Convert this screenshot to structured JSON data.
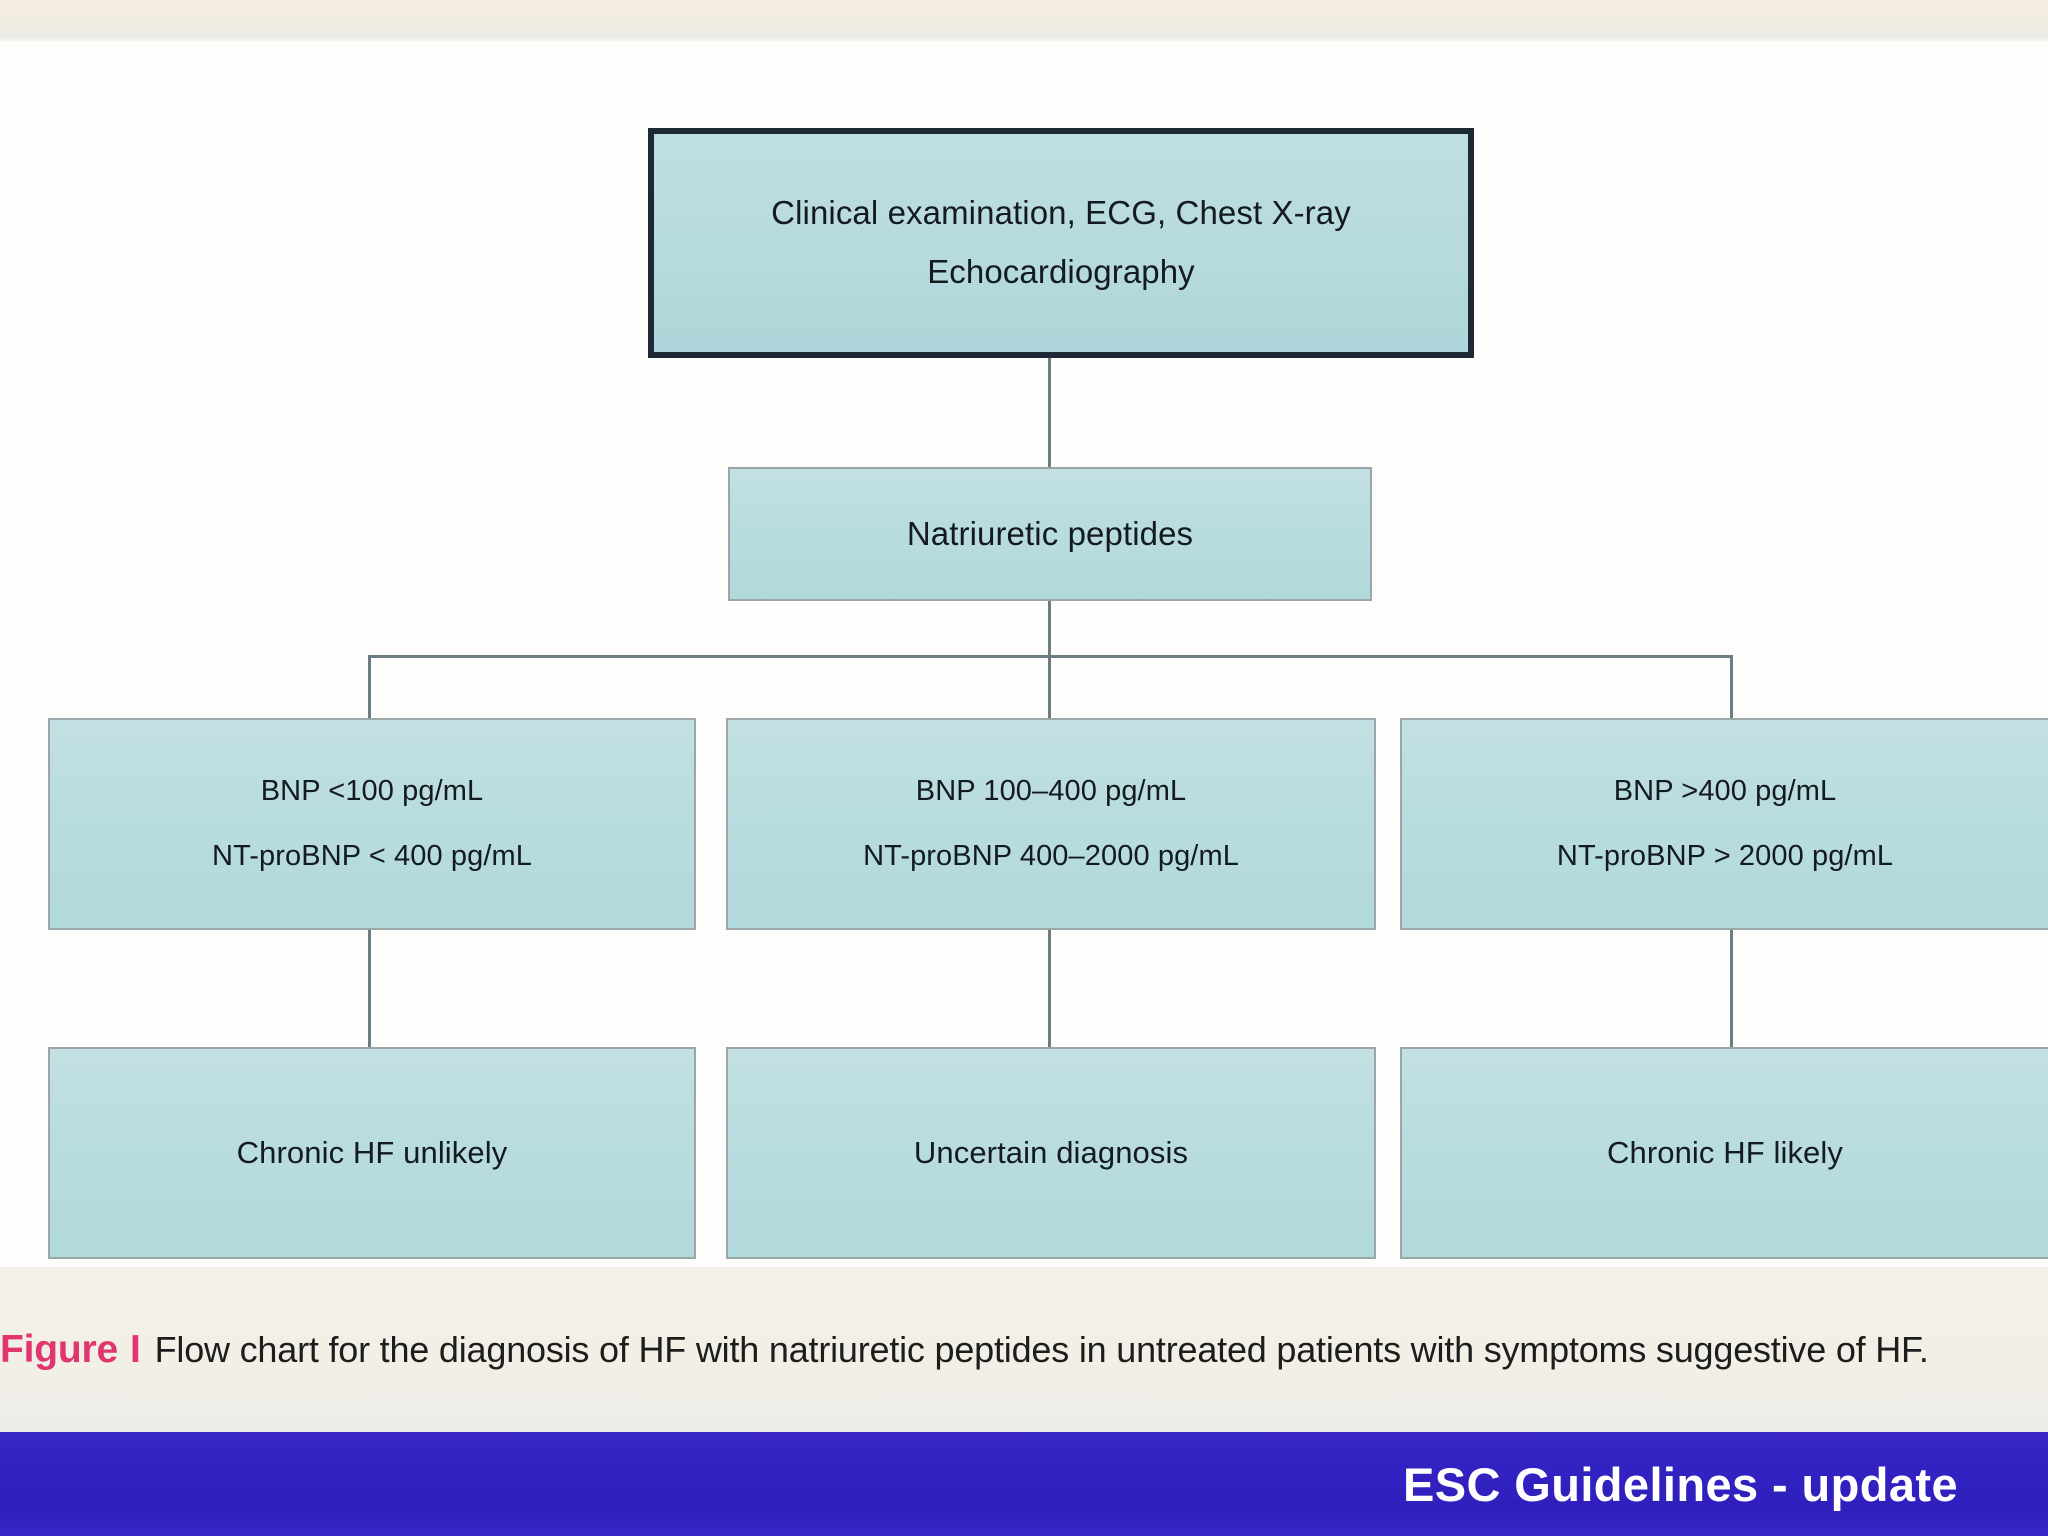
{
  "figure": {
    "nodes": {
      "root": {
        "line1": "Clinical examination, ECG, Chest X-ray",
        "line2": "Echocardiography"
      },
      "natriuretic_peptides": {
        "label": "Natriuretic peptides"
      },
      "bnp_low": {
        "line1": "BNP <100 pg/mL",
        "line2": "NT-proBNP < 400 pg/mL"
      },
      "bnp_mid": {
        "line1": "BNP 100–400 pg/mL",
        "line2": "NT-proBNP 400–2000 pg/mL"
      },
      "bnp_high": {
        "line1": "BNP >400 pg/mL",
        "line2": "NT-proBNP > 2000 pg/mL"
      },
      "outcome_low": {
        "label": "Chronic HF unlikely"
      },
      "outcome_mid": {
        "label": "Uncertain diagnosis"
      },
      "outcome_high": {
        "label": "Chronic HF likely"
      }
    },
    "caption": {
      "label": "Figure",
      "number": "I",
      "text": "Flow chart for the diagnosis of HF with natriuretic peptides in untreated patients with symptoms suggestive of HF."
    }
  },
  "footer": {
    "text": "ESC Guidelines - update"
  },
  "colors": {
    "node_fill": "#b9dcdf",
    "node_border": "#9aa6a8",
    "root_border": "#1d2a35",
    "connector": "#6d7d84",
    "caption_label": "#e0356e",
    "footer_background": "#3322c2",
    "footer_text": "#ffffff",
    "top_strip": "#f2ede2"
  },
  "chart_data": {
    "type": "diagram",
    "title": "Flow chart for the diagnosis of HF with natriuretic peptides in untreated patients with symptoms suggestive of HF.",
    "nodes": [
      {
        "id": "root",
        "text": "Clinical examination, ECG, Chest X-ray / Echocardiography",
        "level": 0
      },
      {
        "id": "np",
        "text": "Natriuretic peptides",
        "level": 1
      },
      {
        "id": "bnp_low",
        "text": "BNP <100 pg/mL; NT-proBNP < 400 pg/mL",
        "level": 2
      },
      {
        "id": "bnp_mid",
        "text": "BNP 100–400 pg/mL; NT-proBNP 400–2000 pg/mL",
        "level": 2
      },
      {
        "id": "bnp_high",
        "text": "BNP >400 pg/mL; NT-proBNP > 2000 pg/mL",
        "level": 2
      },
      {
        "id": "out_low",
        "text": "Chronic HF unlikely",
        "level": 3
      },
      {
        "id": "out_mid",
        "text": "Uncertain diagnosis",
        "level": 3
      },
      {
        "id": "out_high",
        "text": "Chronic HF likely",
        "level": 3
      }
    ],
    "edges": [
      {
        "from": "root",
        "to": "np"
      },
      {
        "from": "np",
        "to": "bnp_low"
      },
      {
        "from": "np",
        "to": "bnp_mid"
      },
      {
        "from": "np",
        "to": "bnp_high"
      },
      {
        "from": "bnp_low",
        "to": "out_low"
      },
      {
        "from": "bnp_mid",
        "to": "out_mid"
      },
      {
        "from": "bnp_high",
        "to": "out_high"
      }
    ],
    "thresholds": {
      "BNP": {
        "low_max": 100,
        "mid_range": [
          100,
          400
        ],
        "high_min": 400,
        "units": "pg/mL"
      },
      "NT-proBNP": {
        "low_max": 400,
        "mid_range": [
          400,
          2000
        ],
        "high_min": 2000,
        "units": "pg/mL"
      }
    }
  }
}
